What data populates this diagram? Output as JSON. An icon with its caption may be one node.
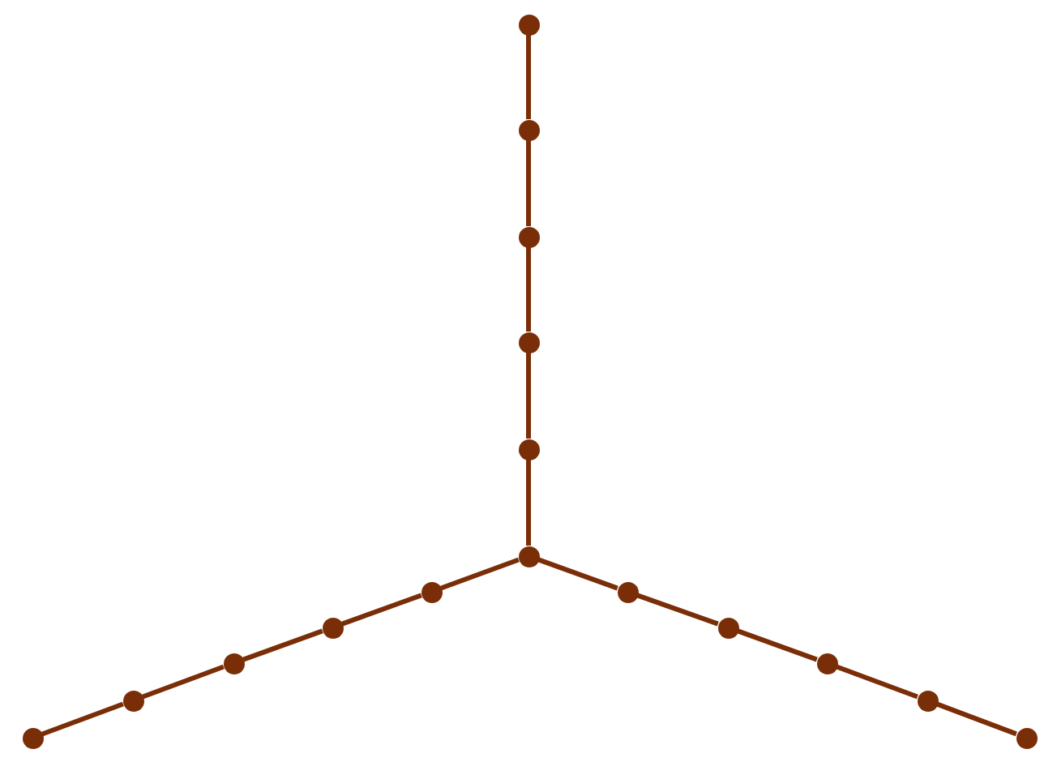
{
  "diagram": {
    "nodes": [
      {
        "text": [],
        "shape": "circle"
      },
      {
        "text": [],
        "shape": "circle"
      },
      {
        "text": [],
        "shape": "circle"
      },
      {
        "text": [],
        "shape": "circle"
      },
      {
        "text": [],
        "shape": "circle"
      },
      {
        "text": [],
        "shape": "circle"
      },
      {
        "text": [],
        "shape": "circle"
      },
      {
        "text": [],
        "shape": "circle"
      },
      {
        "text": [],
        "shape": "circle"
      },
      {
        "text": [],
        "shape": "circle"
      },
      {
        "text": [],
        "shape": "circle"
      },
      {
        "text": [],
        "shape": "circle"
      },
      {
        "text": [],
        "shape": "circle"
      },
      {
        "text": [],
        "shape": "circle"
      },
      {
        "text": [],
        "shape": "circle"
      },
      {
        "text": [],
        "shape": "circle"
      }
    ],
    "edges": [
      {
        "from": 0,
        "to": 1,
        "arrow": "none"
      },
      {
        "from": 1,
        "to": 2,
        "arrow": "none"
      },
      {
        "from": 2,
        "to": 3,
        "arrow": "none"
      },
      {
        "from": 3,
        "to": 4,
        "arrow": "none"
      },
      {
        "from": 4,
        "to": 5,
        "arrow": "none"
      },
      {
        "from": 5,
        "to": 6,
        "arrow": "none"
      },
      {
        "from": 6,
        "to": 7,
        "arrow": "none"
      },
      {
        "from": 7,
        "to": 8,
        "arrow": "none"
      },
      {
        "from": 8,
        "to": 9,
        "arrow": "none"
      },
      {
        "from": 9,
        "to": 10,
        "arrow": "none"
      },
      {
        "from": 5,
        "to": 11,
        "arrow": "none"
      },
      {
        "from": 11,
        "to": 12,
        "arrow": "none"
      },
      {
        "from": 12,
        "to": 13,
        "arrow": "none"
      },
      {
        "from": 13,
        "to": 14,
        "arrow": "none"
      },
      {
        "from": 14,
        "to": 15,
        "arrow": "none"
      }
    ]
  }
}
